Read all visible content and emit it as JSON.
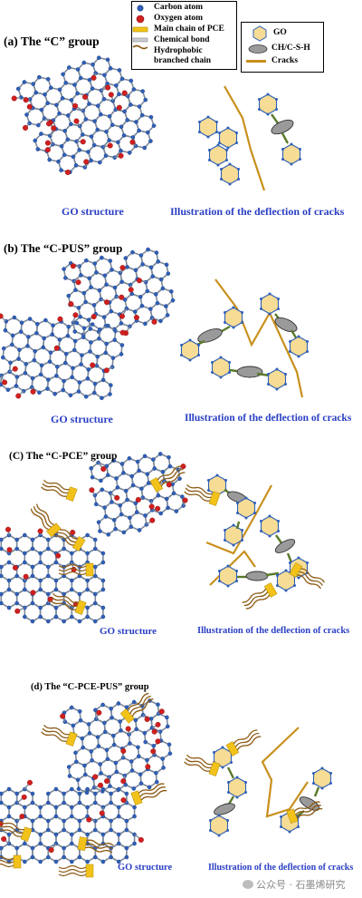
{
  "legend": {
    "carbon_atom": "Carbon atom",
    "oxygen_atom": "Oxygen atom",
    "main_chain": "Main chain of PCE",
    "chemical_bond": "Chemical bond",
    "hydrophobic_1": "Hydrophobic",
    "hydrophobic_2": "branched chain",
    "go": "GO",
    "csh": "CH/C-S-H",
    "cracks": "Cracks"
  },
  "panels": [
    {
      "title": "(a) The “C” group",
      "left_caption": "GO structure",
      "right_caption": "Illustration of the deflection of cracks"
    },
    {
      "title": "(b) The “C-PUS” group",
      "left_caption": "GO structure",
      "right_caption": "Illustration of the deflection of cracks"
    },
    {
      "title": "(C) The “C-PCE” group",
      "left_caption": "GO structure",
      "right_caption": "Illustration of the deflection of cracks"
    },
    {
      "title": "(d) The “C-PCE-PUS” group",
      "left_caption": "GO structure",
      "right_caption": "Illustration of the deflection of cracks"
    }
  ],
  "watermark": "公众号 · 石墨烯研究",
  "colors": {
    "carbon": "#2f5fb8",
    "oxygen": "#d11f1f",
    "bond": "#7d8a9c",
    "hex_fill": "#f6dc94",
    "csh": "#9a9a9a",
    "crack": "#c8901c",
    "pce_main": "#f2c21a",
    "caption": "#2a3fc4"
  }
}
